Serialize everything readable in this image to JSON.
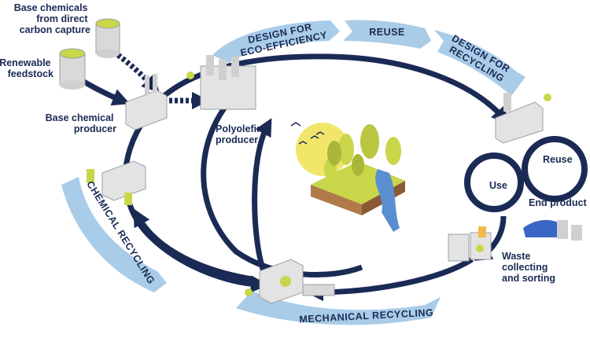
{
  "labels": {
    "base_chemicals_dcc": [
      "Base chemicals",
      "from direct",
      "carbon capture"
    ],
    "renewable_feedstock": [
      "Renewable",
      "feedstock"
    ],
    "base_chemical_producer": [
      "Base chemical",
      "producer"
    ],
    "polyolefin_producer": [
      "Polyolefin",
      "producer"
    ],
    "use": "Use",
    "reuse_right": "Reuse",
    "end_product": "End product",
    "waste_collecting": [
      "Waste",
      "collecting",
      "and sorting"
    ]
  },
  "bands": {
    "design_eco": [
      "DESIGN FOR",
      "ECO-EFFICIENCY"
    ],
    "reuse": "REUSE",
    "design_recycling": [
      "DESIGN FOR",
      "RECYCLING"
    ],
    "chemical_recycling": "CHEMICAL RECYCLING",
    "mechanical_recycling": "MECHANICAL RECYCLING"
  },
  "colors": {
    "navy": "#1b2a55",
    "band": "#a9cce8",
    "grey": "#d9d9d9",
    "green": "#c9d64a",
    "yellow": "#f1e66a"
  }
}
